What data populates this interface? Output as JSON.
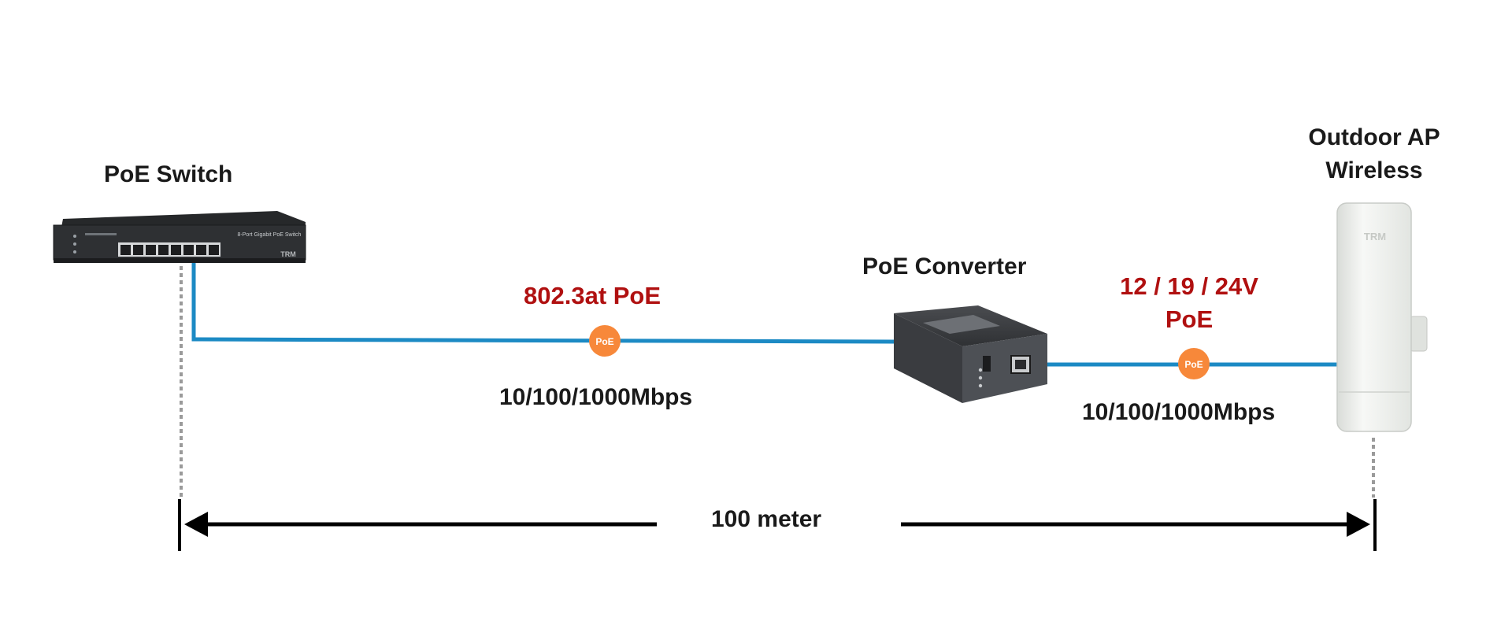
{
  "devices": {
    "switch": {
      "label": "PoE Switch",
      "panel_text": "8-Port Gigabit PoE Switch",
      "logo": "TRM"
    },
    "converter": {
      "label": "PoE Converter"
    },
    "ap": {
      "label_line1": "Outdoor AP",
      "label_line2": "Wireless",
      "logo": "TRM"
    }
  },
  "links": {
    "left": {
      "standard": "802.3at PoE",
      "speed": "10/100/1000Mbps",
      "badge": "PoE"
    },
    "right": {
      "voltage": "12 / 19 / 24V",
      "standard": "PoE",
      "speed": "10/100/1000Mbps",
      "badge": "PoE"
    }
  },
  "distance": {
    "label": "100 meter"
  },
  "colors": {
    "cable": "#1c8ac4",
    "badge": "#f7883a",
    "accent_text": "#b01010",
    "device_dark": "#2c2e31",
    "ap_body": "#eef0ee"
  }
}
